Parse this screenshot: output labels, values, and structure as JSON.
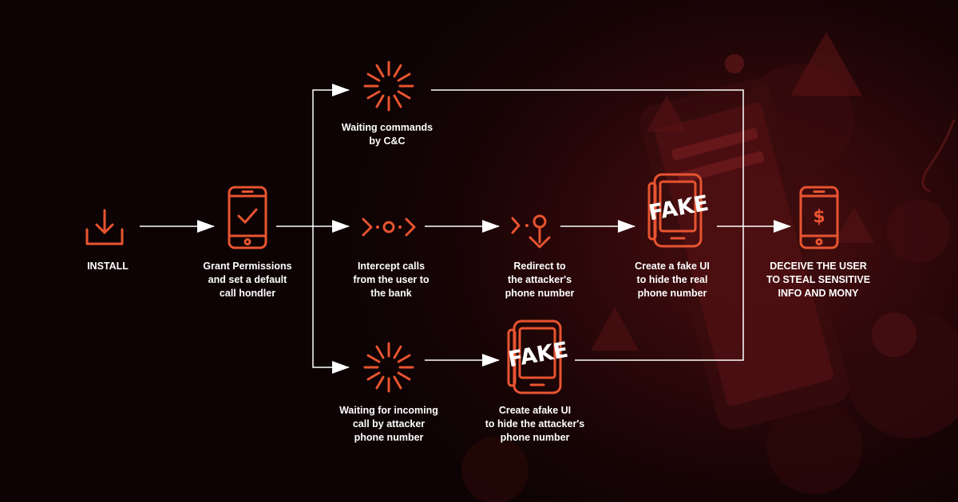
{
  "theme": {
    "background": "#120405",
    "accent": "#e85430",
    "text": "#ffffff",
    "arrow": "#ffffff"
  },
  "steps": {
    "install": {
      "icon": "download-icon",
      "lines": [
        "INSTALL"
      ]
    },
    "grant": {
      "icon": "phone-check-icon",
      "lines": [
        "Grant Permissions",
        "and set a default",
        "call hondler"
      ]
    },
    "waiting_cc": {
      "icon": "loading-spinner-icon",
      "lines": [
        "Waiting commands",
        "by C&C"
      ]
    },
    "intercept": {
      "icon": "intercept-icon",
      "lines": [
        "Intercept calls",
        "from the user to",
        "the bank"
      ]
    },
    "redirect": {
      "icon": "redirect-icon",
      "lines": [
        "Redirect to",
        "the attacker's",
        "phone number"
      ]
    },
    "fake_ui_real": {
      "icon": "fake-phone-icon",
      "badge": "FAKE",
      "lines": [
        "Create a fake UI",
        "to hide the real",
        "phone number"
      ]
    },
    "deceive": {
      "icon": "phone-dollar-icon",
      "badge": "$",
      "lines": [
        "DECEIVE THE USER",
        "TO STEAL SENSITIVE",
        "INFO AND MONY"
      ]
    },
    "waiting_incoming": {
      "icon": "loading-spinner-icon",
      "lines": [
        "Waiting for incoming",
        "call by attacker",
        "phone number"
      ]
    },
    "fake_ui_attacker": {
      "icon": "fake-phone-icon",
      "badge": "FAKE",
      "lines": [
        "Create afake UI",
        "to hide the attacker's",
        "phone number"
      ]
    }
  }
}
